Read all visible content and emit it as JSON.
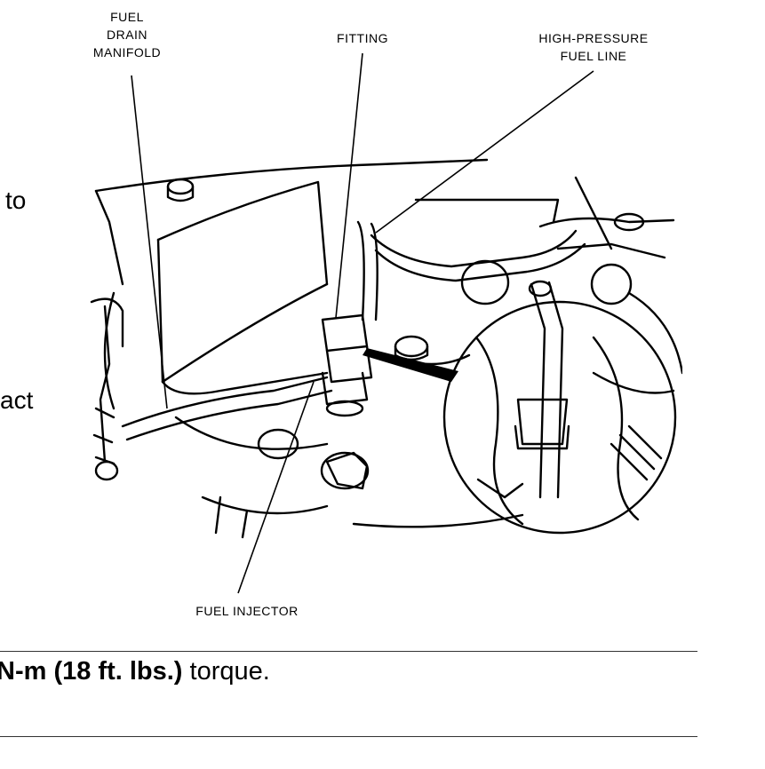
{
  "fragments": {
    "left_line_1": "to",
    "left_line_2": "act"
  },
  "figure": {
    "labels": {
      "fuel_drain_manifold": [
        "FUEL",
        "DRAIN",
        "MANIFOLD"
      ],
      "fitting": "FITTING",
      "high_pressure_fuel_line": [
        "HIGH-PRESSURE",
        "FUEL LINE"
      ],
      "fuel_injector": "FUEL INJECTOR"
    }
  },
  "torque": {
    "bold_text": "N-m (18 ft. lbs.)",
    "text": " torque."
  }
}
